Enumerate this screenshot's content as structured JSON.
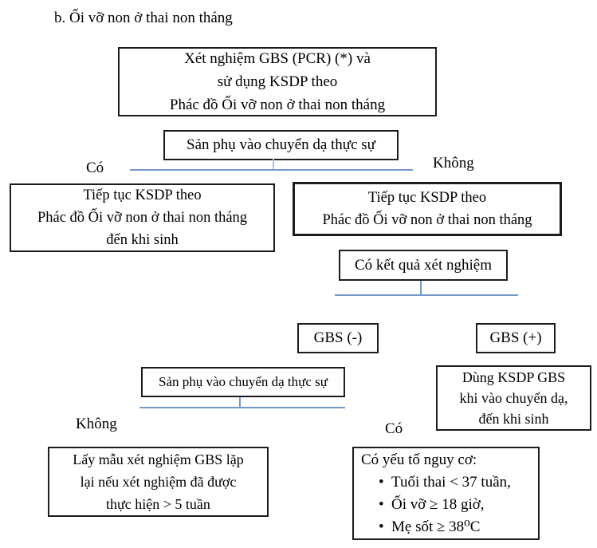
{
  "title": "b. Ối vỡ non ở thai non tháng",
  "colors": {
    "connector_line": "#7397c7",
    "box_border": "#1c1c1c",
    "background": "#ffffff",
    "text": "#000000"
  },
  "labels": {
    "yes_top": "Có",
    "no_top": "Không",
    "no_bottom": "Không",
    "yes_bottom": "Có",
    "bullet": "•"
  },
  "nodes": {
    "test": {
      "lines": [
        "Xét nghiệm GBS (PCR) (*) và",
        "sử dụng KSDP theo",
        "Phác đồ Ối vỡ non ở thai non tháng"
      ]
    },
    "labor1": {
      "text": "Sản phụ vào chuyển dạ thực sự"
    },
    "continue_left": {
      "lines": [
        "Tiếp tục KSDP theo",
        "Phác đồ Ối vỡ non ở thai non tháng",
        "đến khi sinh"
      ]
    },
    "continue_right": {
      "lines": [
        "Tiếp tục KSDP theo",
        "Phác đồ Ối vỡ non ở thai non tháng"
      ]
    },
    "result": {
      "text": "Có kết quả xét nghiệm"
    },
    "gbs_negative": {
      "text": "GBS (-)"
    },
    "gbs_positive": {
      "text": "GBS (+)"
    },
    "labor2": {
      "text": "Sản phụ vào chuyển dạ thực sự"
    },
    "use_ksdp": {
      "lines": [
        "Dùng KSDP GBS",
        "khi vào chuyển dạ,",
        "đến khi sinh"
      ]
    },
    "resample": {
      "lines": [
        "Lấy mẫu xét nghiệm GBS lặp",
        "lại nếu xét nghiệm đã được",
        "thực hiện > 5 tuần"
      ]
    },
    "risk": {
      "title": "Có yếu tố nguy cơ:",
      "bullets": [
        "Tuổi thai < 37 tuần,",
        "Ối vỡ ≥ 18 giờ,",
        "Mẹ sốt ≥ 38⁰C"
      ]
    }
  }
}
